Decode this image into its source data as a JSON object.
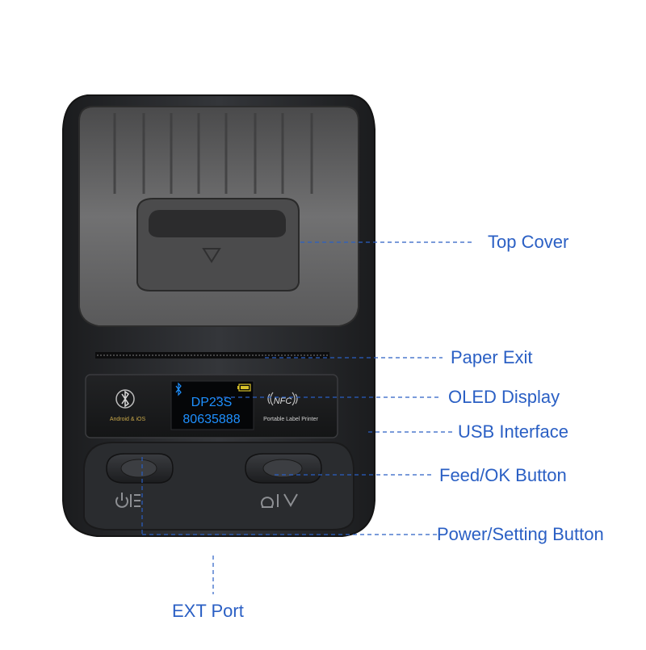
{
  "printer": {
    "model": "DP23S",
    "serial": "80635888",
    "compat_label": "Android & iOS",
    "nfc_label": "NFC",
    "product_label": "Portable Label Printer",
    "power_symbol": "⏻ ☰",
    "feed_symbol": "⊙ ∨",
    "bluetooth_icon": "bluetooth-icon",
    "battery_icon": "battery-icon"
  },
  "callouts": [
    {
      "id": "top-cover",
      "label": "Top Cover"
    },
    {
      "id": "paper-exit",
      "label": "Paper Exit"
    },
    {
      "id": "oled-display",
      "label": "OLED Display"
    },
    {
      "id": "usb-interface",
      "label": "USB Interface"
    },
    {
      "id": "feed-ok-button",
      "label": "Feed/OK Button"
    },
    {
      "id": "power-setting-button",
      "label": "Power/Setting Button"
    },
    {
      "id": "ext-port",
      "label": "EXT Port"
    }
  ],
  "colors": {
    "callout": "#2a5fc4",
    "body": "#2b2d30",
    "cover": "#6b6b6c",
    "oled_text": "#1e90ff",
    "oled_battery": "#d9c22a"
  }
}
